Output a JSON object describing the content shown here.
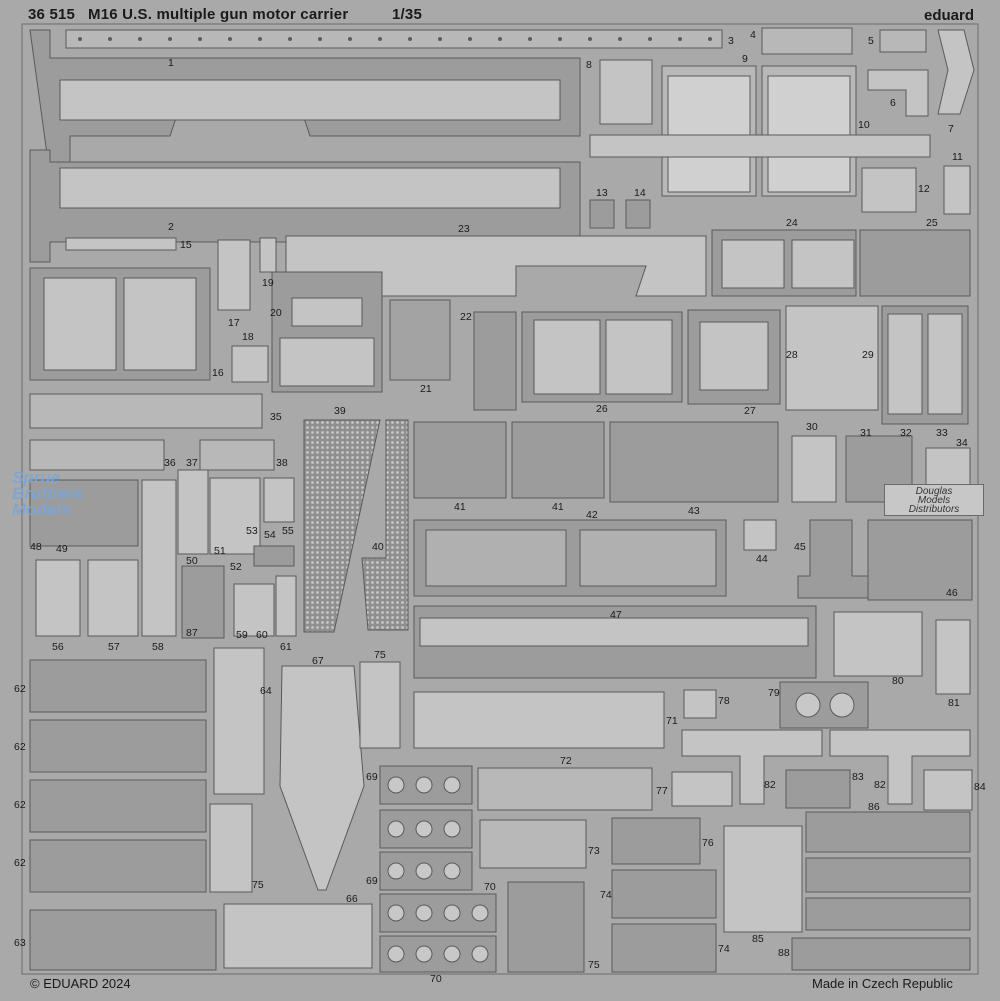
{
  "header": {
    "product_code": "36 515",
    "title": "M16 U.S. multiple gun motor carrier",
    "scale": "1/35",
    "brand": "eduard"
  },
  "footer": {
    "copyright": "© EDUARD 2024",
    "origin": "Made in Czech Republic"
  },
  "watermarks": {
    "left": [
      "Sprue",
      "Brothers",
      "Models"
    ],
    "right": [
      "Douglas",
      "Models",
      "Distributors"
    ]
  },
  "part_numbers": {
    "p1": "1",
    "p2": "2",
    "p3": "3",
    "p4": "4",
    "p5": "5",
    "p6": "6",
    "p7": "7",
    "p8": "8",
    "p9": "9",
    "p10": "10",
    "p11": "11",
    "p12": "12",
    "p13": "13",
    "p14": "14",
    "p15": "15",
    "p16": "16",
    "p17": "17",
    "p18": "18",
    "p19": "19",
    "p20": "20",
    "p21": "21",
    "p22": "22",
    "p23": "23",
    "p24": "24",
    "p25": "25",
    "p26": "26",
    "p27": "27",
    "p28": "28",
    "p29": "29",
    "p30": "30",
    "p31": "31",
    "p32": "32",
    "p33": "33",
    "p34": "34",
    "p35": "35",
    "p36": "36",
    "p37": "37",
    "p38": "38",
    "p39": "39",
    "p40": "40",
    "p41": "41",
    "p42": "42",
    "p43": "43",
    "p44": "44",
    "p45": "45",
    "p46": "46",
    "p47": "47",
    "p48": "48",
    "p49": "49",
    "p50": "50",
    "p51": "51",
    "p52": "52",
    "p53": "53",
    "p54": "54",
    "p55": "55",
    "p56": "56",
    "p57": "57",
    "p58": "58",
    "p59": "59",
    "p60": "60",
    "p61": "61",
    "p62": "62",
    "p63": "63",
    "p64": "64",
    "p66": "66",
    "p67": "67",
    "p69": "69",
    "p70": "70",
    "p71": "71",
    "p72": "72",
    "p73": "73",
    "p74": "74",
    "p75": "75",
    "p76": "76",
    "p77": "77",
    "p78": "78",
    "p79": "79",
    "p80": "80",
    "p81": "81",
    "p82": "82",
    "p83": "83",
    "p84": "84",
    "p85": "85",
    "p86": "86",
    "p87": "87",
    "p88": "88"
  },
  "colors": {
    "fret": "#a9a9a9",
    "part_fill": "#9c9c9c",
    "part_light": "#c4c4c4",
    "outline": "#5a5a5a",
    "ink": "#1a1a1a"
  }
}
